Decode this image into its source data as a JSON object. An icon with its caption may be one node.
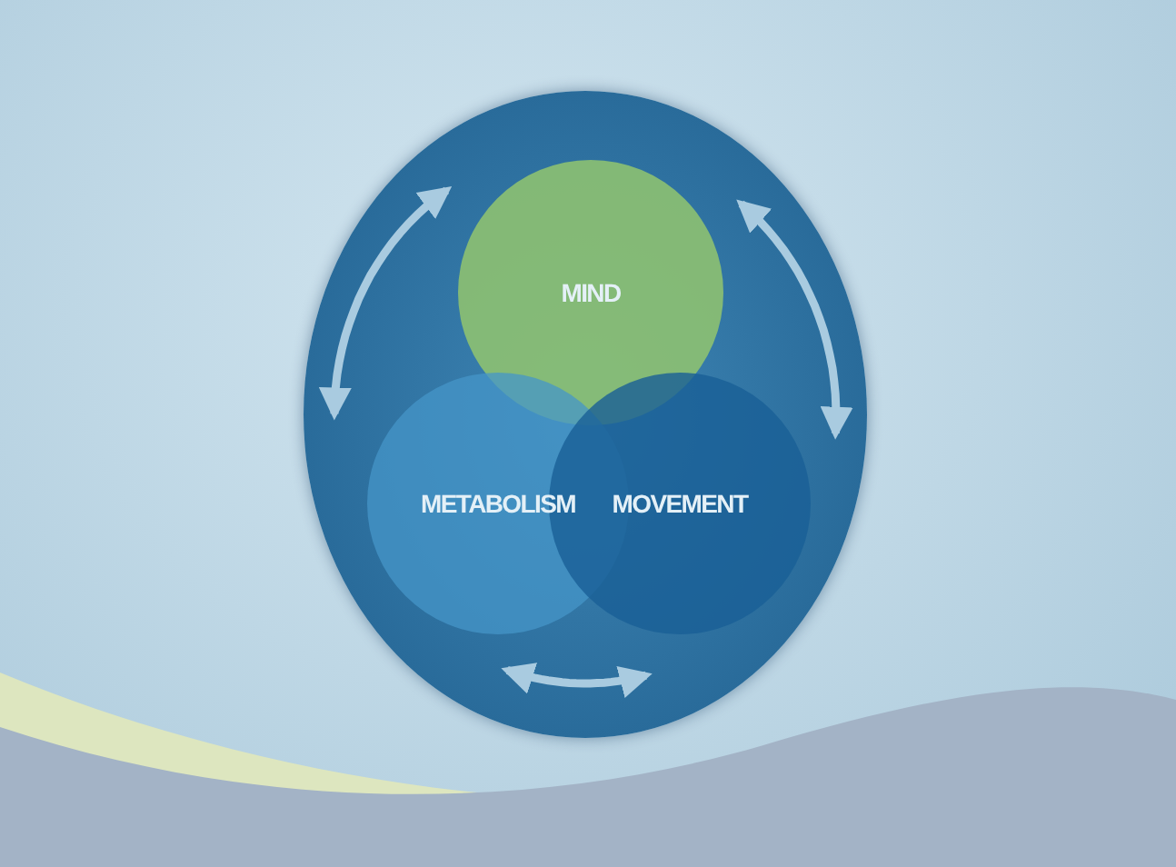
{
  "diagram": {
    "nodes": [
      {
        "text": [],
        "shape": "circle"
      },
      {
        "text": [
          "MIND"
        ],
        "in": 0
      },
      {
        "text": [
          "METABOLISM"
        ],
        "in": 0
      },
      {
        "text": [
          "MOVEMENT"
        ],
        "in": 0
      }
    ],
    "edges": [
      {
        "from": 2,
        "to": 1,
        "arrow": "both"
      },
      {
        "from": 1,
        "to": 3,
        "arrow": "both"
      },
      {
        "from": 2,
        "to": 3,
        "arrow": "both"
      }
    ]
  }
}
